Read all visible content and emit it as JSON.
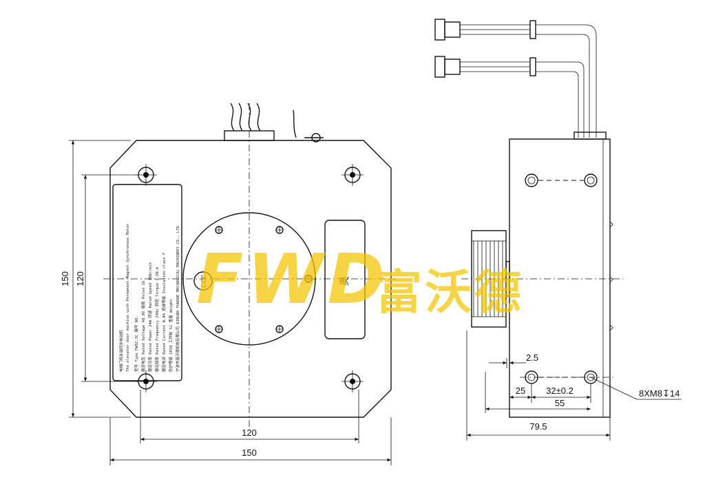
{
  "watermark": {
    "logo_text": "FWD",
    "company_cn": "富沃德",
    "color": "#f5c400"
  },
  "front_view": {
    "dims": {
      "height_outer": "150",
      "height_inner": "120",
      "width_inner": "120",
      "width_outer": "150"
    },
    "nameplate": {
      "title_cn": "电梯门机永磁同步电动机",
      "title_en": "The elevator door machine with Permanent Magnet Synchronous Motor",
      "rows": [
        "型号 Type  FWDZ.3C  编号 NO.",
        "额定电压 Rated Voltage  48.0V  级数 Poles  16",
        "额定功率 Rated Power  24W  转速 Rated Speed  180r/min",
        "额定频率 Rated Frequency  24Hz  转矩 Torque  2.5N.m",
        "额定电流 Rated Current  0.8A  绝缘等级 Insulation class  F",
        "防护等级  IP20  工作制  S1  重量 Weight",
        "宁波市富沃德机电有限公司  NINGBO FUWODE MECHANICAL MACHINERY CO., LTD"
      ]
    },
    "center_mark": "CCC",
    "label_char": "奥"
  },
  "side_view": {
    "dims": {
      "d1": "2.5",
      "d2": "25",
      "d3": "32±0.2",
      "d4": "55",
      "d5": "79.5",
      "thread_callout": "8XM8↧14"
    }
  }
}
